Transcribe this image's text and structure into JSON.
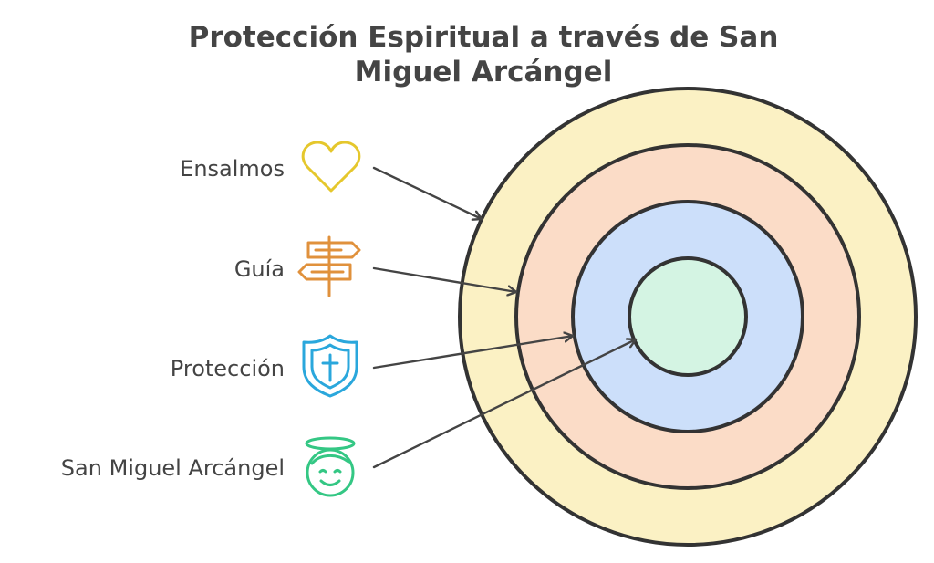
{
  "title": "Protección Espiritual a través de San Miguel Arcángel",
  "layers": [
    {
      "label": "Ensalmos",
      "icon": "heart-icon",
      "color": "#e5c72c",
      "fill": "#fbf1c4"
    },
    {
      "label": "Guía",
      "icon": "signpost-icon",
      "color": "#e0913c",
      "fill": "#fbdcc7"
    },
    {
      "label": "Protección",
      "icon": "shield-cross-icon",
      "color": "#2aa7dc",
      "fill": "#ccdffa"
    },
    {
      "label": "San Miguel Arcángel",
      "icon": "angel-face-icon",
      "color": "#34c784",
      "fill": "#d4f4e3"
    }
  ],
  "colors": {
    "ring_stroke": "#333333",
    "text": "#444444",
    "arrow": "#444444"
  }
}
